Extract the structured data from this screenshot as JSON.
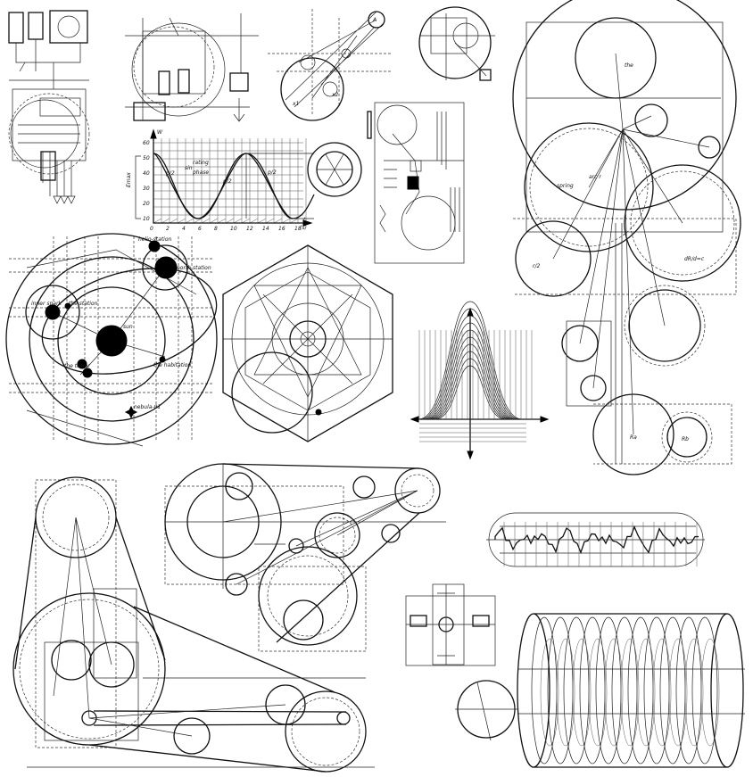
{
  "panels": {
    "wave_chart": {
      "y_axis_label": "W",
      "x_axis_label": "t",
      "x_axis_unit": "(s)",
      "y_ticks": [
        "60",
        "50",
        "40",
        "30",
        "20",
        "10"
      ],
      "x_ticks": [
        "0",
        "2",
        "4",
        "6",
        "8",
        "10",
        "12",
        "14",
        "16",
        "18"
      ],
      "curve_labels": [
        "p/2",
        "p/2",
        "p/2"
      ],
      "legend": [
        "rating",
        "sin",
        "phase"
      ],
      "side_label": "Emax"
    },
    "orbit_diagram": {
      "labels": [
        "sun",
        "helio-station",
        "north station",
        "inner spark",
        "the station",
        "the tower",
        "the habitation",
        "nebula-01"
      ]
    },
    "linkage_diagram": {
      "labels": [
        "the",
        "arc r",
        "spring",
        "Ra",
        "Rb",
        "dR/d=c",
        "r/2"
      ]
    },
    "triangle_diagram": {
      "labels": [
        "x1",
        "x2",
        "A"
      ]
    }
  }
}
